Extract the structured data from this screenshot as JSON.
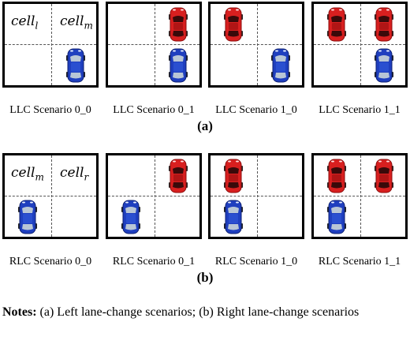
{
  "rows": [
    {
      "cell_labels": [
        {
          "base": "cell",
          "sub": "l"
        },
        {
          "base": "cell",
          "sub": "m"
        }
      ],
      "captions": [
        "LLC Scenario 0_0",
        "LLC Scenario 0_1",
        "LLC Scenario 1_0",
        "LLC Scenario 1_1"
      ],
      "sub_label": "(a)"
    },
    {
      "cell_labels": [
        {
          "base": "cell",
          "sub": "m"
        },
        {
          "base": "cell",
          "sub": "r"
        }
      ],
      "captions": [
        "RLC Scenario 0_0",
        "RLC Scenario 0_1",
        "RLC Scenario 1_0",
        "RLC Scenario 1_1"
      ],
      "sub_label": "(b)"
    }
  ],
  "notes": {
    "label": "Notes:",
    "text": " (a) Left lane-change scenarios; (b) Right lane-change scenarios"
  },
  "colors": {
    "ego_car": "#1f3fbf",
    "other_car": "#d81f1f"
  }
}
